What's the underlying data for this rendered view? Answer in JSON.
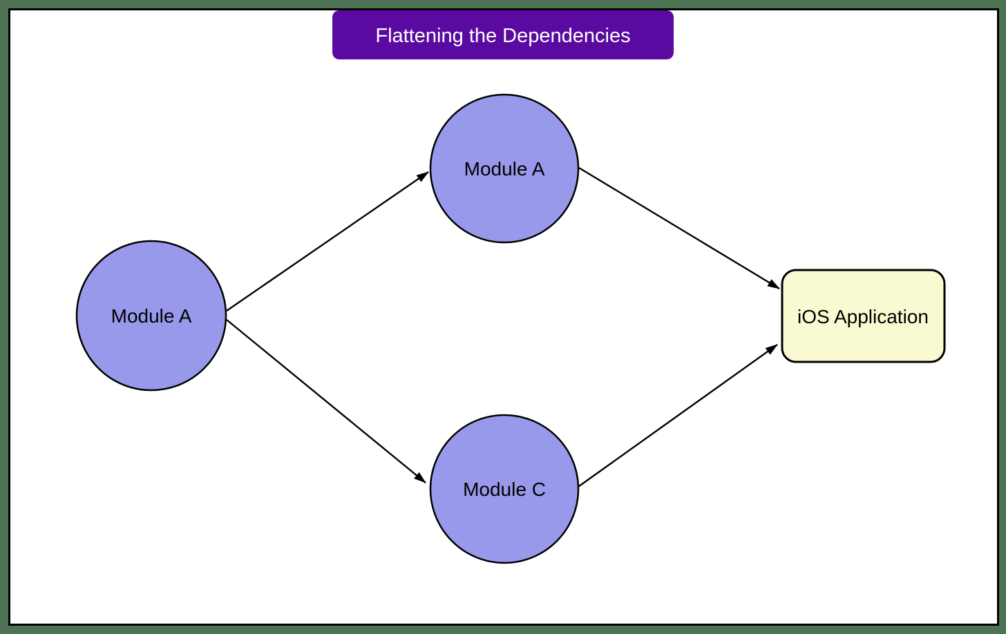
{
  "frame": {
    "outer_color": "#4D7354",
    "border_color": "#000000",
    "canvas_color": "#FFFFFF"
  },
  "title": {
    "label": "Flattening the Dependencies",
    "bg_color": "#5A0AA0",
    "text_color": "#FFFFFF"
  },
  "nodes": [
    {
      "id": "module-a-source",
      "label": "Module A",
      "shape": "circle",
      "fill": "#9999EB",
      "stroke": "#000000"
    },
    {
      "id": "module-a-flat",
      "label": "Module A",
      "shape": "circle",
      "fill": "#9999EB",
      "stroke": "#000000"
    },
    {
      "id": "module-c-flat",
      "label": "Module C",
      "shape": "circle",
      "fill": "#9999EB",
      "stroke": "#000000"
    },
    {
      "id": "ios-application",
      "label": "iOS Application",
      "shape": "rounded-rect",
      "fill": "#FAFAD2",
      "stroke": "#000000"
    }
  ],
  "edges": [
    {
      "from": "module-a-source",
      "to": "module-a-flat"
    },
    {
      "from": "module-a-source",
      "to": "module-c-flat"
    },
    {
      "from": "module-a-flat",
      "to": "ios-application"
    },
    {
      "from": "module-c-flat",
      "to": "ios-application"
    }
  ],
  "edge_color": "#000000"
}
